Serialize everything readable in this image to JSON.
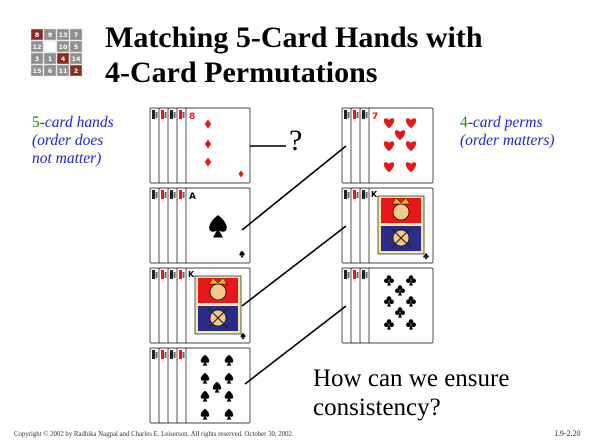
{
  "title": {
    "line1": "Matching 5-Card Hands with",
    "line2": "4-Card Permutations"
  },
  "left_label": {
    "line1_num": "5",
    "line1_rest": "-card hands",
    "line2": "(order does",
    "line3": "not matter)"
  },
  "right_label": {
    "line1_num": "4",
    "line1_rest": "-card perms",
    "line2": "(order matters)"
  },
  "question_mark": "?",
  "question": {
    "line1": "How can we ensure",
    "line2": "consistency?"
  },
  "footer": "Copyright © 2002 by Radhika Nagpal and Charles E. Leiserson.   All rights reserved.  October 30, 2002.",
  "page_number": "L9-2.20",
  "logo": {
    "cells": [
      "8",
      "9",
      "13",
      "7",
      "12",
      "",
      "10",
      "5",
      "3",
      "1",
      "4",
      "14",
      "15",
      "6",
      "11",
      "2"
    ],
    "highlighted_cells": [
      0,
      10,
      15
    ],
    "dark_color": "#8a2a22"
  },
  "colors": {
    "blue_text": "#2323d6",
    "green_number": "#1f8a1f",
    "red_suit": "#e8171a"
  },
  "card_groups": {
    "hands": [
      {
        "face": "diamonds-8",
        "suit_icon": "diamond"
      },
      {
        "face": "spades-ace",
        "corner": "A",
        "suit_icon": "spade"
      },
      {
        "face": "spades-king",
        "corner": "K",
        "suit_icon": "king-face"
      },
      {
        "face": "spades-9",
        "suit_icon": "spade"
      }
    ],
    "perms": [
      {
        "face": "hearts-7",
        "suit_icon": "heart"
      },
      {
        "face": "clubs-king",
        "suit_icon": "king-face"
      },
      {
        "face": "clubs-8",
        "suit_icon": "club"
      }
    ]
  }
}
